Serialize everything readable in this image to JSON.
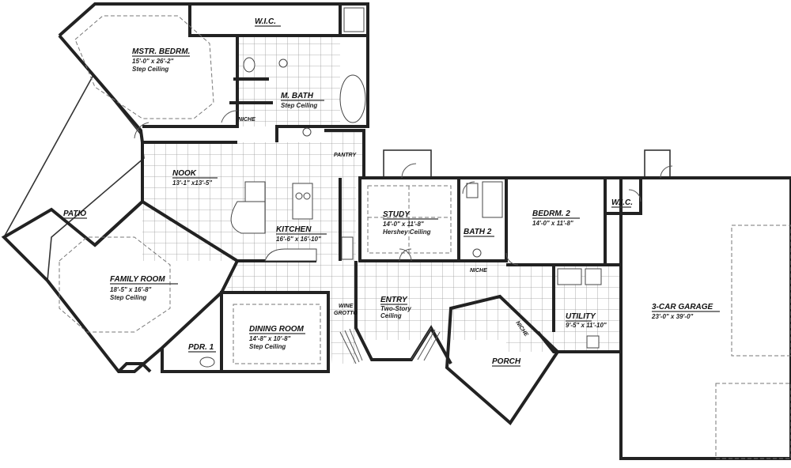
{
  "plan": {
    "rooms": [
      {
        "name": "MSTR. BEDRM.",
        "dims": "15'-0\" x 26'-2\"",
        "note": "Step Ceiling"
      },
      {
        "name": "W.I.C."
      },
      {
        "name": "M. BATH",
        "note": "Step Ceiling"
      },
      {
        "name": "NOOK",
        "dims": "13'-1\" x13'-5\""
      },
      {
        "name": "KITCHEN",
        "dims": "16'-6\" x 16'-10\""
      },
      {
        "name": "PATIO"
      },
      {
        "name": "FAMILY ROOM",
        "dims": "18'-5\" x 16'-8\"",
        "note": "Step Ceiling"
      },
      {
        "name": "DINING ROOM",
        "dims": "14'-8\" x 10'-8\"",
        "note": "Step Ceiling"
      },
      {
        "name": "PDR. 1"
      },
      {
        "name": "STUDY",
        "dims": "14'-0\" x 11'-8\"",
        "note": "Hershey Ceiling"
      },
      {
        "name": "BATH 2"
      },
      {
        "name": "BEDRM. 2",
        "dims": "14'-0\" x 11'-8\""
      },
      {
        "name": "W.I.C."
      },
      {
        "name": "ENTRY",
        "note": "Two-Story",
        "note2": "Ceiling"
      },
      {
        "name": "PORCH"
      },
      {
        "name": "UTILITY",
        "dims": "9'-5\" x 11'-10\""
      },
      {
        "name": "3-CAR GARAGE",
        "dims": "23'-0\" x 39'-0\""
      }
    ],
    "small_labels": {
      "niche_bath": "NICHE",
      "niche_bath2": "NICHE",
      "niche_porch": "NICHE",
      "pantry": "PANTRY",
      "wine": "WINE",
      "grotto": "GROTTO"
    }
  }
}
